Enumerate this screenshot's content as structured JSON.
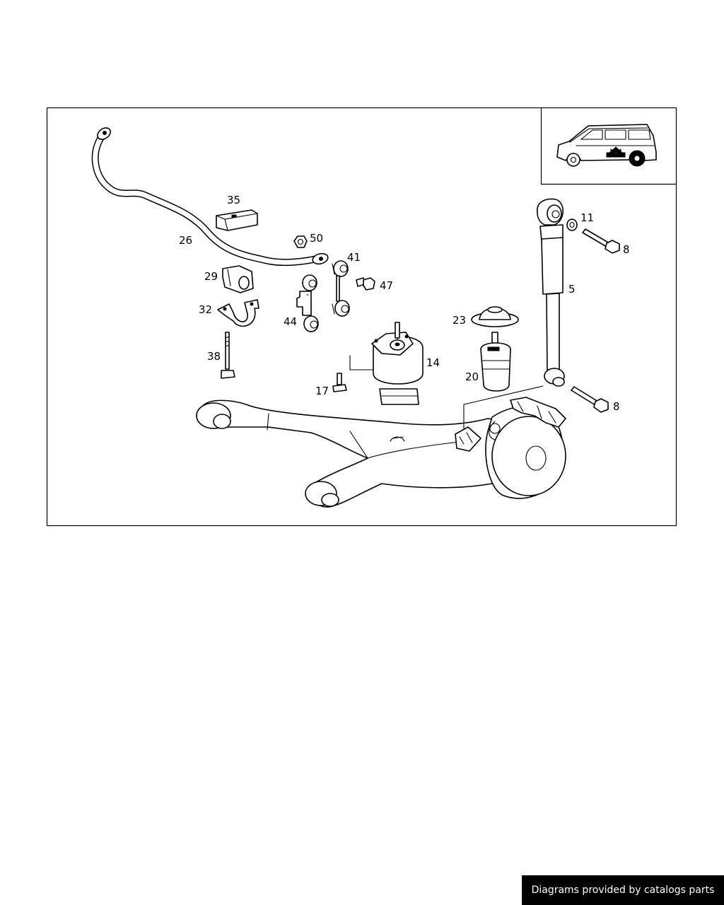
{
  "diagram": {
    "labels": {
      "p35": "35",
      "p26": "26",
      "p50": "50",
      "p41": "41",
      "p29": "29",
      "p47": "47",
      "p32": "32",
      "p44": "44",
      "p38": "38",
      "p14": "14",
      "p17": "17",
      "p23": "23",
      "p20": "20",
      "p11": "11",
      "p8a": "8",
      "p5": "5",
      "p8b": "8"
    }
  },
  "footer": {
    "credit": "Diagrams provided by catalogs parts"
  }
}
